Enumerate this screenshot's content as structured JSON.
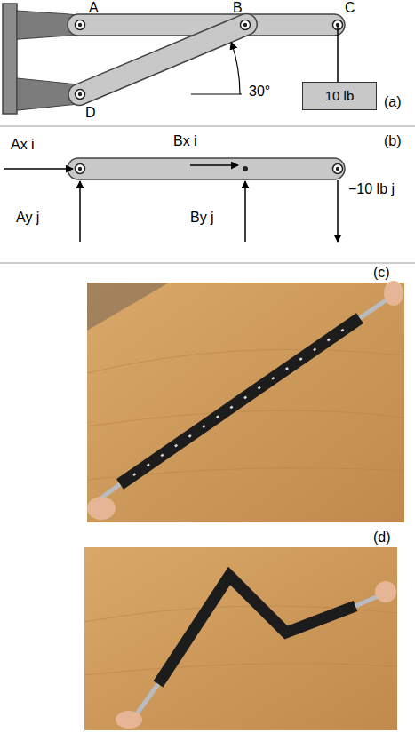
{
  "diagram": {
    "nodes": [
      {
        "text": [
          "10 lb"
        ]
      }
    ],
    "labels": [
      "A",
      "B",
      "C",
      "D",
      "30°",
      "(a)",
      "Ax i",
      "Bx i",
      "Ay j",
      "By j",
      "−10 lb j",
      "(b)",
      "(c)",
      "(d)"
    ]
  }
}
